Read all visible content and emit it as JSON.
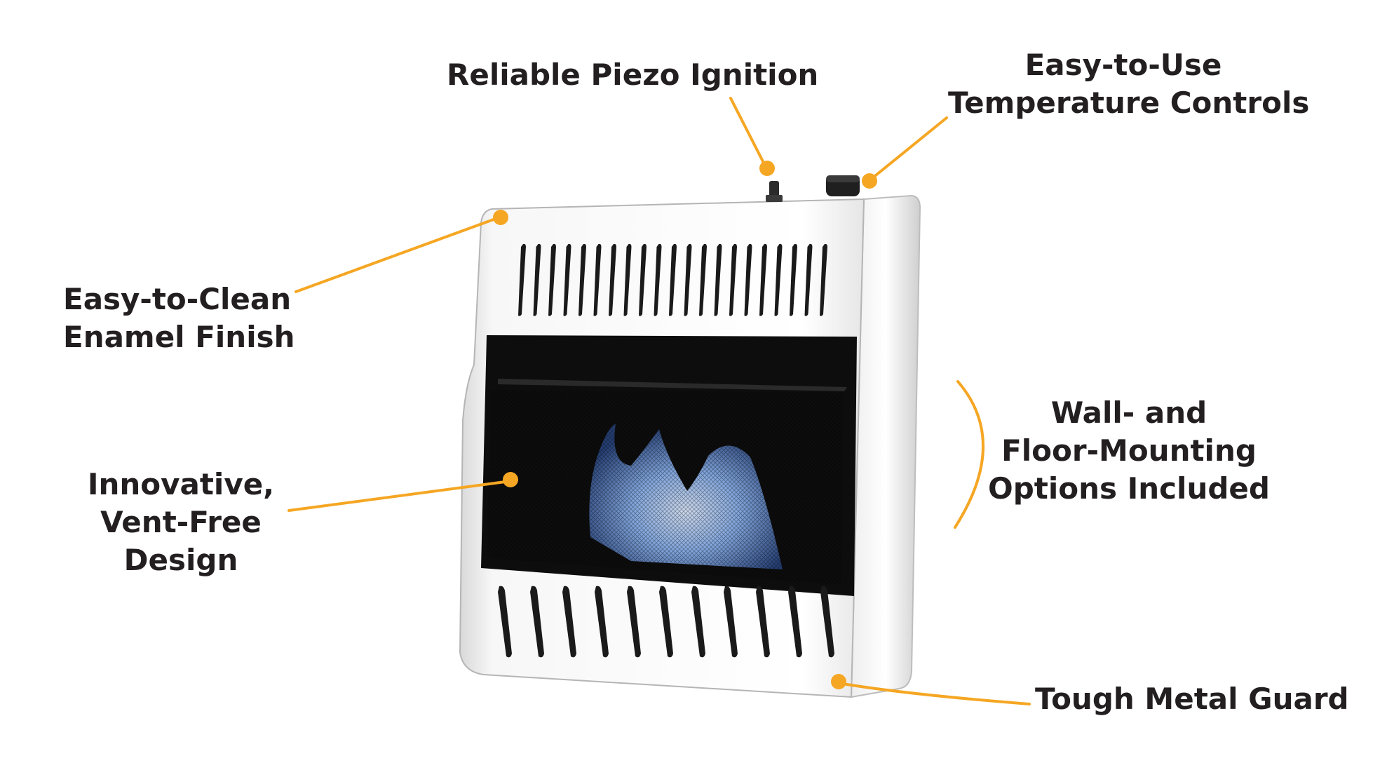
{
  "callouts": {
    "piezo": {
      "lines": [
        "Reliable Piezo Ignition"
      ]
    },
    "temperature": {
      "lines": [
        "Easy-to-Use",
        "Temperature Controls"
      ]
    },
    "enamel": {
      "lines": [
        "Easy-to-Clean",
        "Enamel Finish"
      ]
    },
    "vent_free": {
      "lines": [
        "Innovative,",
        "Vent-Free",
        "Design"
      ]
    },
    "mounting": {
      "lines": [
        "Wall- and",
        "Floor-Mounting",
        "Options Included"
      ]
    },
    "guard": {
      "lines": [
        "Tough Metal Guard"
      ]
    }
  },
  "colors": {
    "accent": "#f5a623",
    "text": "#231f20",
    "heater_body": "#f4f4f4",
    "firebox": "#111111",
    "flame": "#5b8fd6"
  }
}
